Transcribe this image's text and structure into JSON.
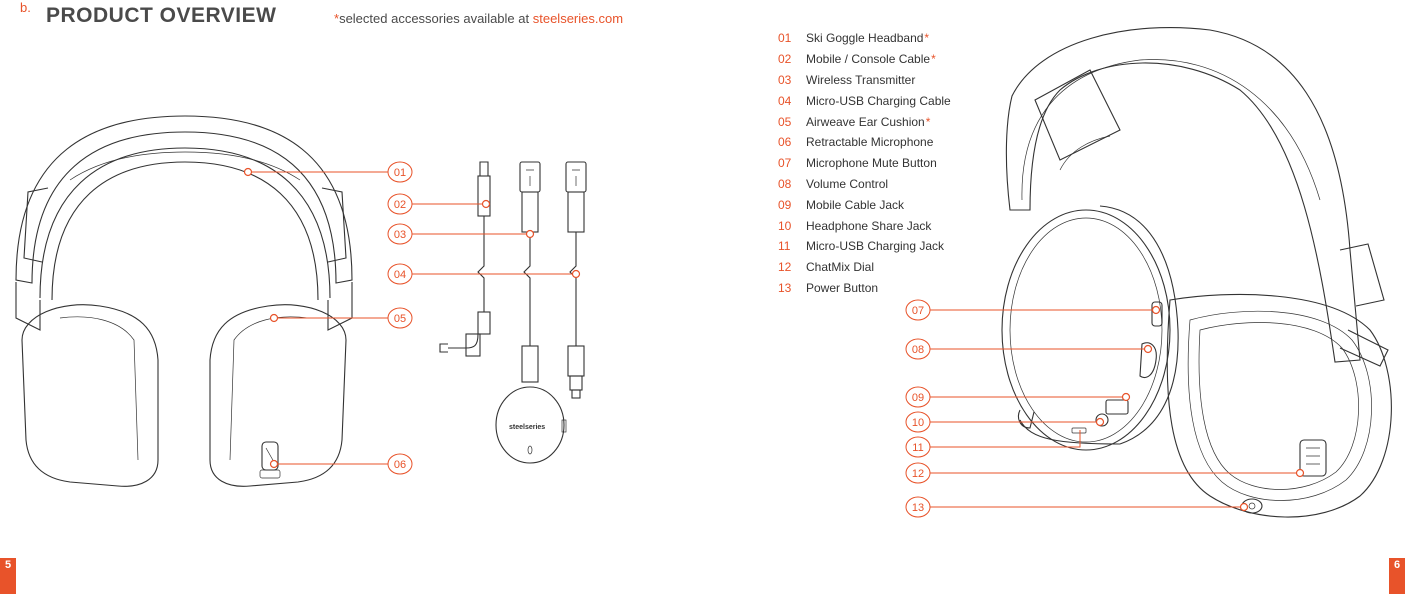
{
  "header": {
    "section_letter": "b.",
    "title": "PRODUCT OVERVIEW",
    "note_asterisk": "*",
    "note_text": "selected accessories available at ",
    "note_link": "steelseries.com"
  },
  "parts": [
    {
      "num": "01",
      "label": "Ski Goggle Headband",
      "asterisk": "*"
    },
    {
      "num": "02",
      "label": "Mobile / Console Cable",
      "asterisk": "*"
    },
    {
      "num": "03",
      "label": "Wireless Transmitter",
      "asterisk": ""
    },
    {
      "num": "04",
      "label": "Micro-USB Charging Cable",
      "asterisk": ""
    },
    {
      "num": "05",
      "label": "Airweave Ear Cushion",
      "asterisk": "*"
    },
    {
      "num": "06",
      "label": "Retractable Microphone",
      "asterisk": ""
    },
    {
      "num": "07",
      "label": "Microphone Mute Button",
      "asterisk": ""
    },
    {
      "num": "08",
      "label": "Volume Control",
      "asterisk": ""
    },
    {
      "num": "09",
      "label": "Mobile Cable Jack",
      "asterisk": ""
    },
    {
      "num": "10",
      "label": "Headphone Share Jack",
      "asterisk": ""
    },
    {
      "num": "11",
      "label": "Micro-USB Charging Jack",
      "asterisk": ""
    },
    {
      "num": "12",
      "label": "ChatMix Dial",
      "asterisk": ""
    },
    {
      "num": "13",
      "label": "Power Button",
      "asterisk": ""
    }
  ],
  "callouts": {
    "c01": "01",
    "c02": "02",
    "c03": "03",
    "c04": "04",
    "c05": "05",
    "c06": "06",
    "c07": "07",
    "c08": "08",
    "c09": "09",
    "c10": "10",
    "c11": "11",
    "c12": "12",
    "c13": "13"
  },
  "transmitter_logo": "steelseries",
  "pages": {
    "left": "5",
    "right": "6"
  },
  "colors": {
    "accent": "#e8532a",
    "line": "#333333"
  }
}
